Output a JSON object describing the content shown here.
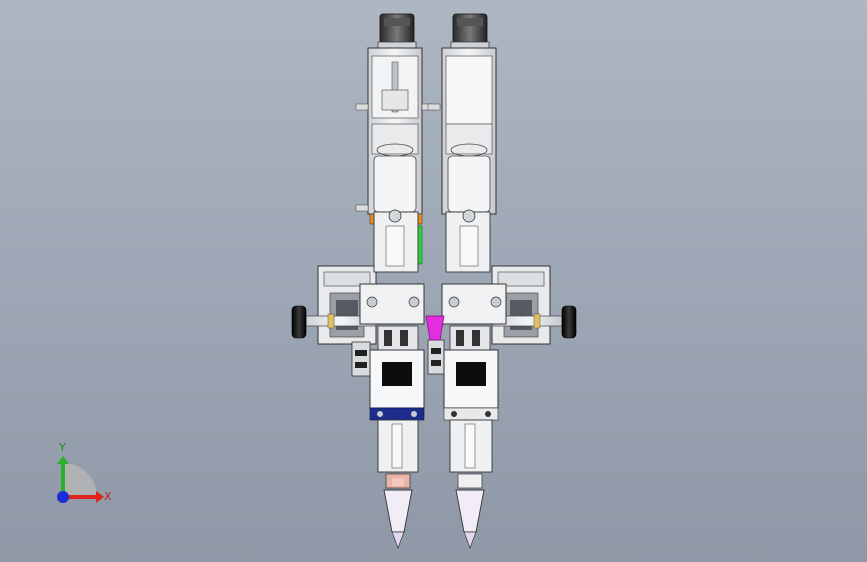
{
  "viewport": {
    "background_top": "#aeb6c2",
    "background_bottom": "#8f98a6"
  },
  "triad": {
    "x_label": "X",
    "y_label": "Y",
    "x_color": "#e0221c",
    "y_color": "#2bb02b",
    "z_color": "#1a2fd6"
  },
  "model": {
    "units": [
      {
        "id": "left-dispensing-unit"
      },
      {
        "id": "right-dispensing-unit"
      }
    ],
    "accent_colors": {
      "orange": "#f08a1a",
      "green": "#2fd13a",
      "magenta": "#e22ee0",
      "navy": "#1c2c8c",
      "knob": "#151515"
    }
  }
}
